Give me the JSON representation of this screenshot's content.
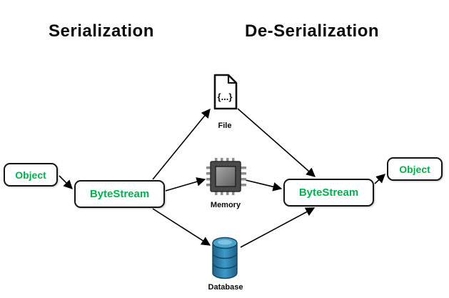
{
  "titles": {
    "serialization": "Serialization",
    "deserialization": "De-Serialization"
  },
  "nodes": {
    "object_left": "Object",
    "bytestream_left": "ByteStream",
    "bytestream_right": "ByteStream",
    "object_right": "Object"
  },
  "targets": {
    "file": "File",
    "memory": "Memory",
    "database": "Database"
  },
  "file_icon_text": "{...}",
  "colors": {
    "node_text_green": "#00B050",
    "border_black": "#141414",
    "database_blue": "#2E86AB",
    "chip_gray": "#4a4a4a"
  }
}
